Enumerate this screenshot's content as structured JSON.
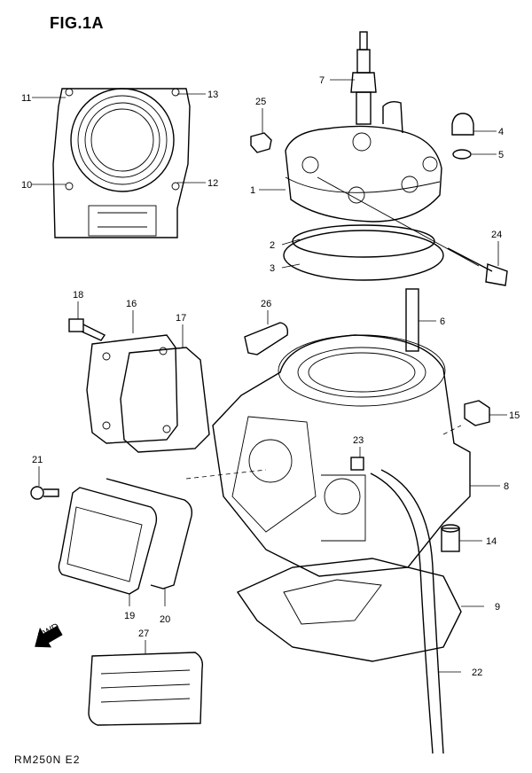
{
  "figure": {
    "title": "FIG.1A",
    "model_code": "RM250N  E2"
  },
  "callouts": [
    {
      "id": "c1",
      "text": "1"
    },
    {
      "id": "c2",
      "text": "2"
    },
    {
      "id": "c3",
      "text": "3"
    },
    {
      "id": "c4",
      "text": "4"
    },
    {
      "id": "c5",
      "text": "5"
    },
    {
      "id": "c6",
      "text": "6"
    },
    {
      "id": "c7",
      "text": "7"
    },
    {
      "id": "c8",
      "text": "8"
    },
    {
      "id": "c9",
      "text": "9"
    },
    {
      "id": "c10",
      "text": "10"
    },
    {
      "id": "c11",
      "text": "11"
    },
    {
      "id": "c12",
      "text": "12"
    },
    {
      "id": "c13",
      "text": "13"
    },
    {
      "id": "c14",
      "text": "14"
    },
    {
      "id": "c15",
      "text": "15"
    },
    {
      "id": "c16",
      "text": "16"
    },
    {
      "id": "c17",
      "text": "17"
    },
    {
      "id": "c18",
      "text": "18"
    },
    {
      "id": "c19",
      "text": "19"
    },
    {
      "id": "c20",
      "text": "20"
    },
    {
      "id": "c21",
      "text": "21"
    },
    {
      "id": "c22",
      "text": "22"
    },
    {
      "id": "c23",
      "text": "23"
    },
    {
      "id": "c24",
      "text": "24"
    },
    {
      "id": "c25",
      "text": "25"
    },
    {
      "id": "c26",
      "text": "26"
    },
    {
      "id": "c27",
      "text": "27"
    }
  ],
  "fwd_marker": "FWD",
  "colors": {
    "ink": "#000000",
    "paper": "#ffffff"
  }
}
